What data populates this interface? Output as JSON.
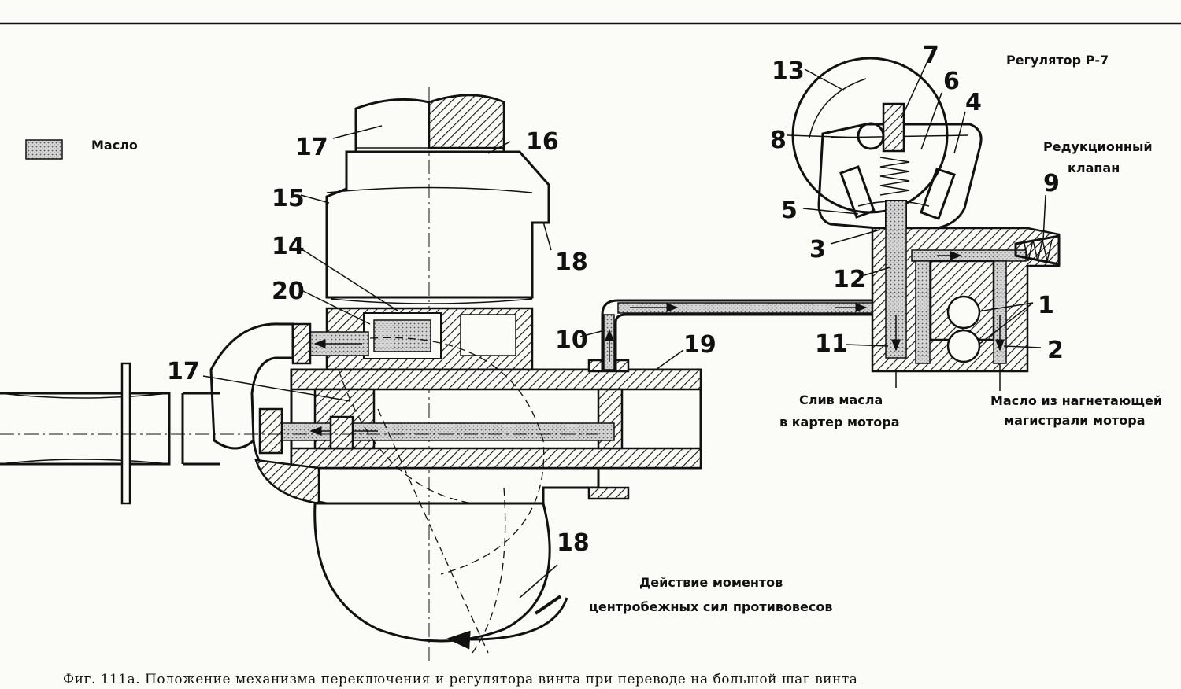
{
  "legend": {
    "label": "Масло"
  },
  "regulator": {
    "title": "Регулятор Р-7",
    "reduction_valve": [
      "Редукционный",
      "клапан"
    ]
  },
  "annotations": {
    "drain": [
      "Слив масла",
      "в картер мотора"
    ],
    "oil_supply": [
      "Масло из нагнетающей",
      "магистрали мотора"
    ],
    "moments": [
      "Действие моментов",
      "центробежных сил противовесов"
    ]
  },
  "part_numbers": {
    "n1": "1",
    "n2": "2",
    "n3": "3",
    "n4": "4",
    "n5": "5",
    "n6": "6",
    "n7": "7",
    "n8": "8",
    "n9": "9",
    "n10": "10",
    "n11": "11",
    "n12": "12",
    "n13": "13",
    "n14": "14",
    "n15": "15",
    "n16": "16",
    "n17a": "17",
    "n17b": "17",
    "n18a": "18",
    "n18b": "18",
    "n19": "19",
    "n20": "20"
  },
  "caption": "Фиг. 111а. Положение механизма переключения и регулятора винта при переводе на большой шаг винта",
  "colors": {
    "ink": "#111111",
    "paper": "#fbfbf8",
    "oil": "#bdbdbd"
  }
}
